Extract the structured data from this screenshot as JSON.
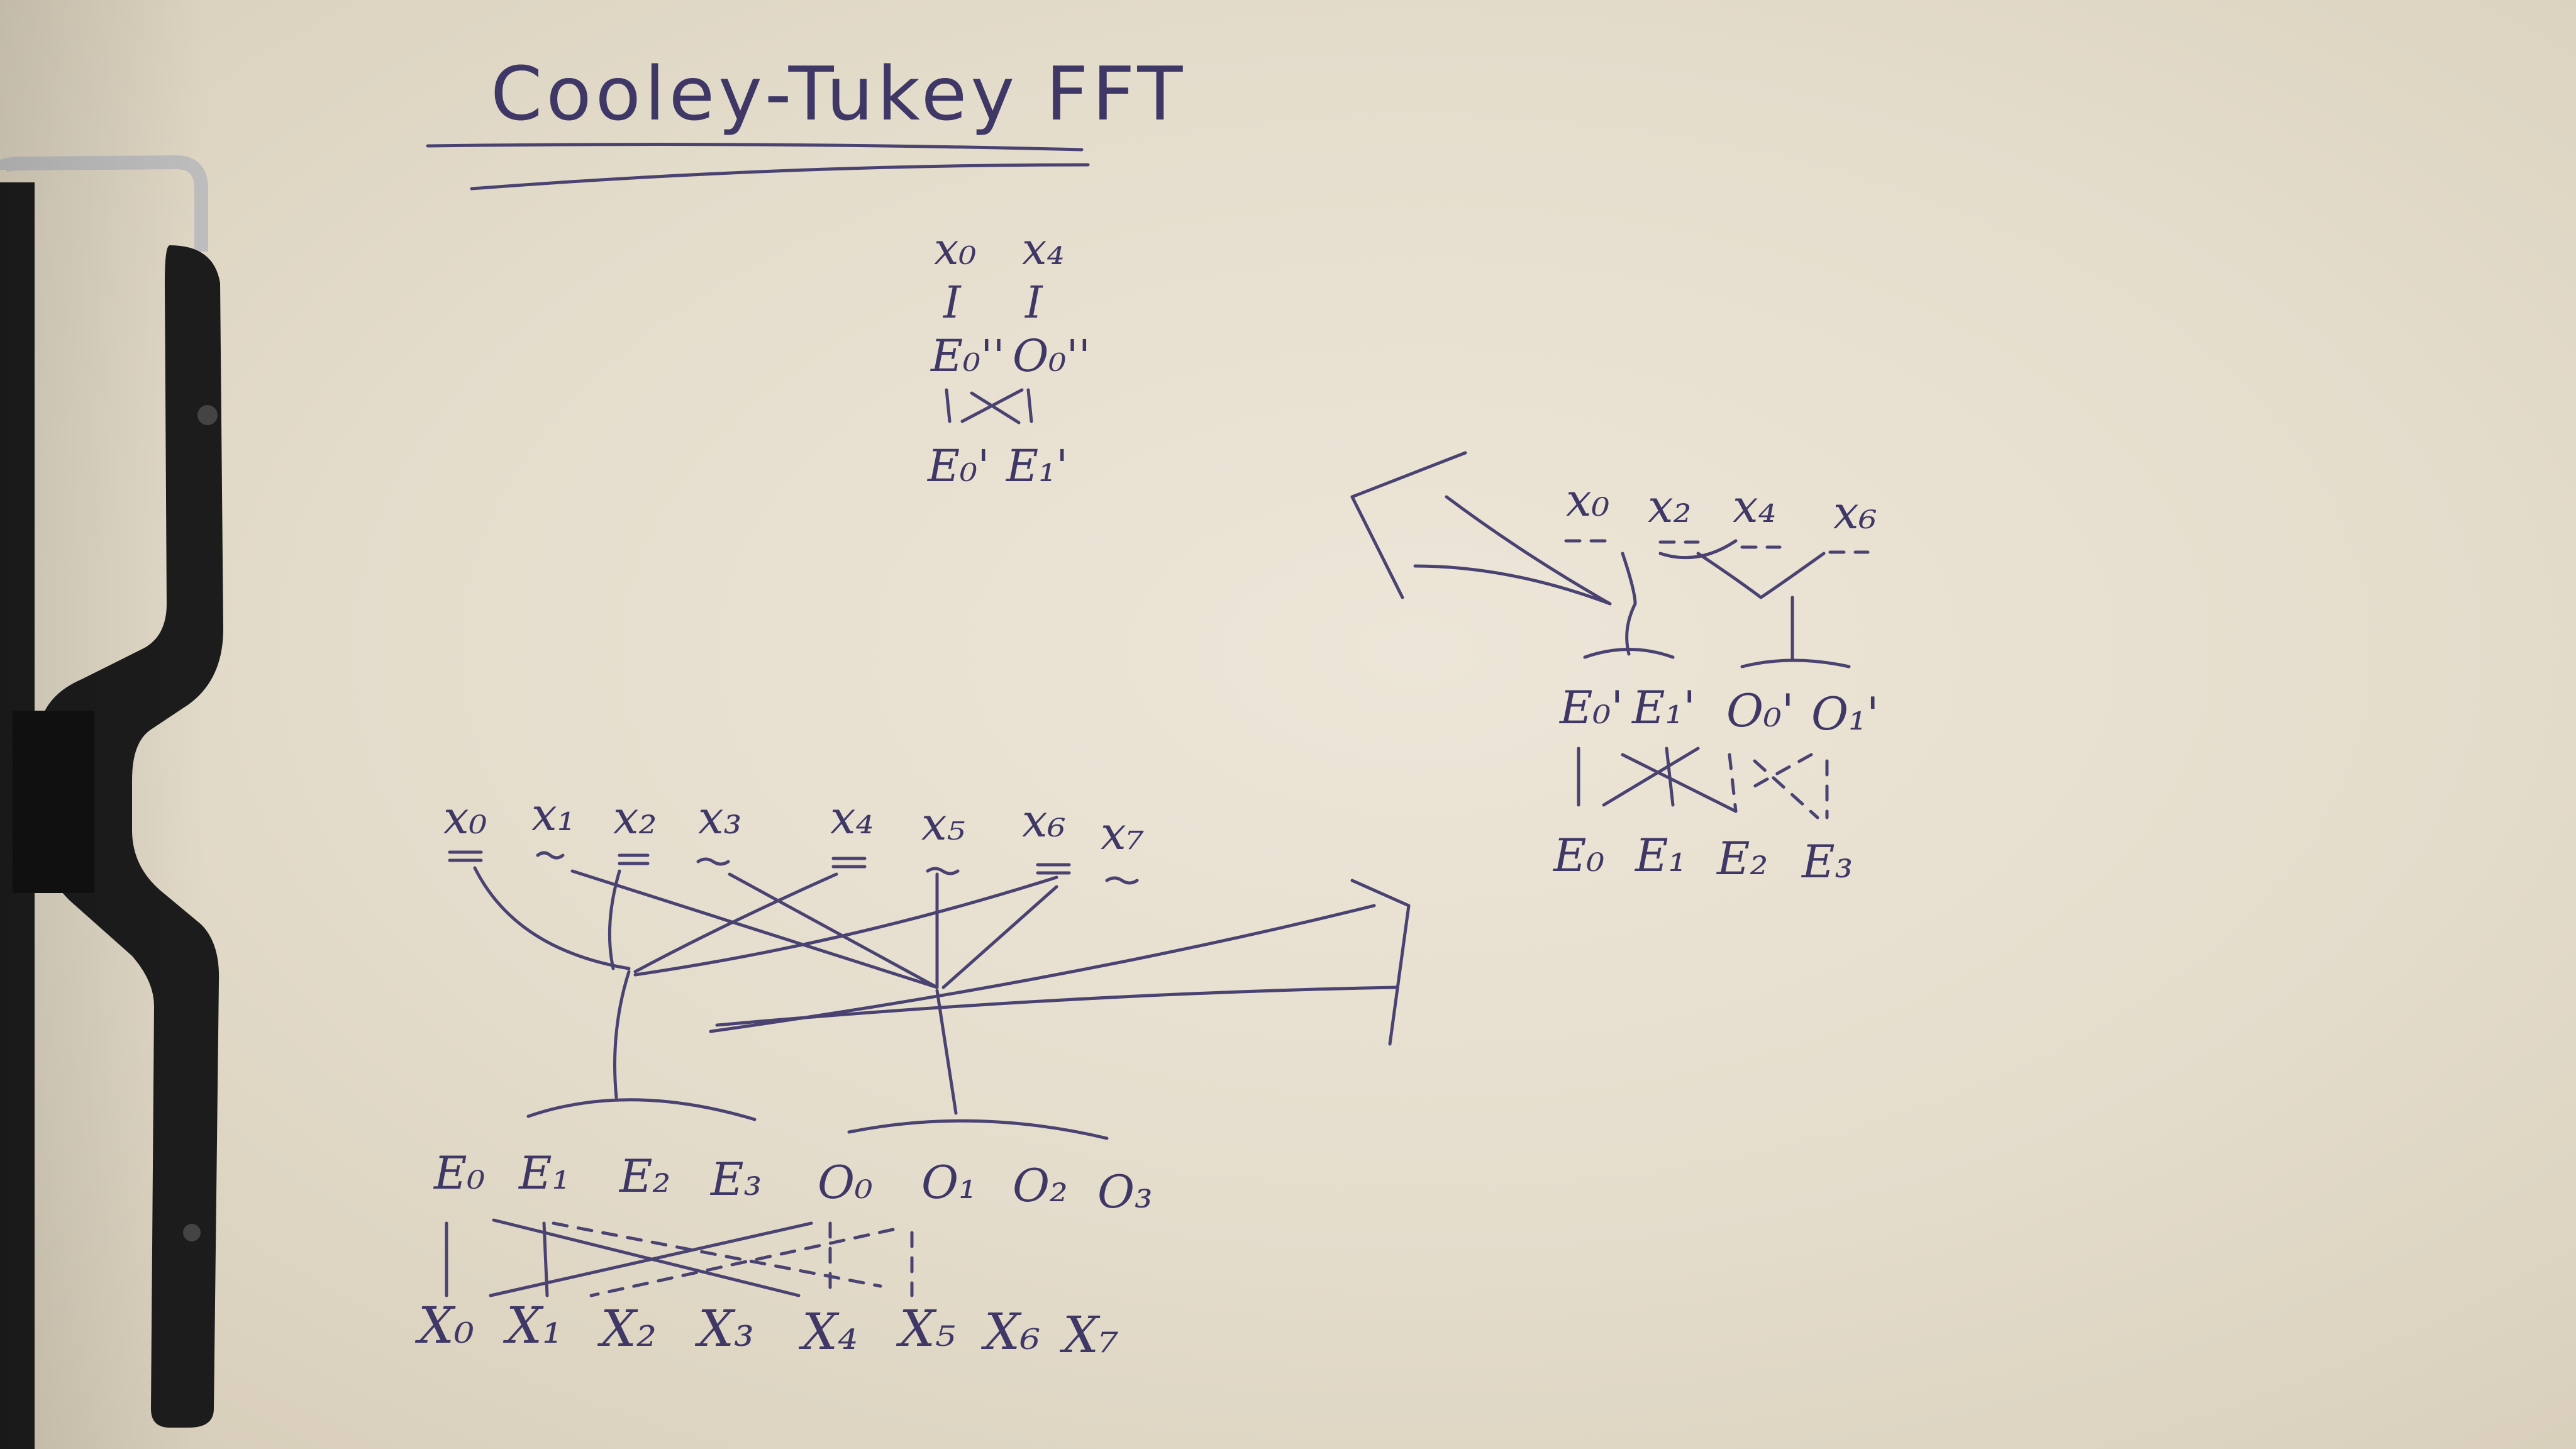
{
  "title": "Cooley-Tukey FFT",
  "small_butterfly": {
    "inputs": [
      "x₀",
      "x₄"
    ],
    "ops": [
      "I",
      "I"
    ],
    "mid": [
      "E₀''",
      "O₀''"
    ],
    "outputs": [
      "E₀'",
      "E₁'"
    ]
  },
  "right_diagram": {
    "inputs": [
      "x₀",
      "x₂",
      "x₄",
      "x₆"
    ],
    "mid": [
      "E₀'",
      "E₁'",
      "O₀'",
      "O₁'"
    ],
    "outputs": [
      "E₀",
      "E₁",
      "E₂",
      "E₃"
    ]
  },
  "main_diagram": {
    "inputs": [
      "x₀",
      "x₁",
      "x₂",
      "x₃",
      "x₄",
      "x₅",
      "x₆",
      "x₇"
    ],
    "mid": [
      "E₀",
      "E₁",
      "E₂",
      "E₃",
      "O₀",
      "O₁",
      "O₂",
      "O₃"
    ],
    "outputs": [
      "X₀",
      "X₁",
      "X₂",
      "X₃",
      "X₄",
      "X₅",
      "X₆",
      "X₇"
    ]
  },
  "ink_color": "#4a4372",
  "clip_color": "#1c1c1c"
}
